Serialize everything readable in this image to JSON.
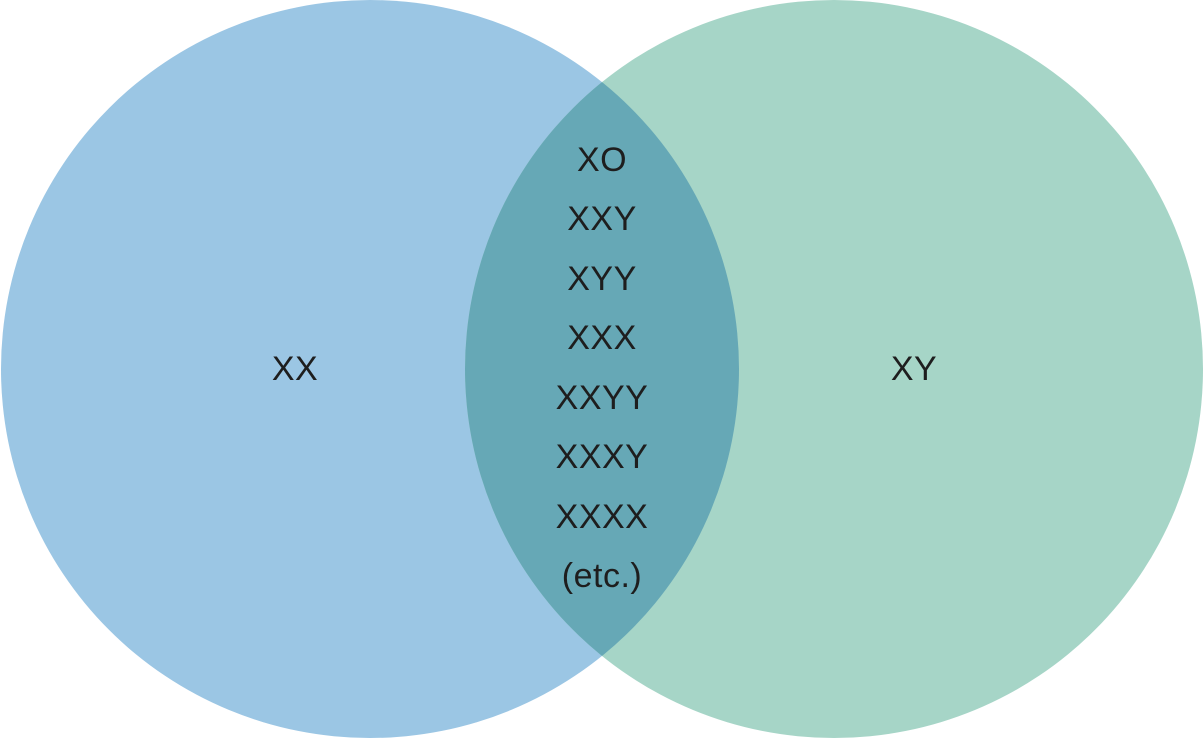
{
  "diagram": {
    "type": "venn",
    "sets": [
      {
        "label": "XX",
        "color": "#9bc6e4"
      },
      {
        "label": "XY",
        "color": "#a6d5c7"
      }
    ],
    "intersection": {
      "color": "#66a8b6",
      "items": [
        "XO",
        "XXY",
        "XYY",
        "XXX",
        "XXYY",
        "XXXY",
        "XXXX",
        "(etc.)"
      ]
    }
  }
}
